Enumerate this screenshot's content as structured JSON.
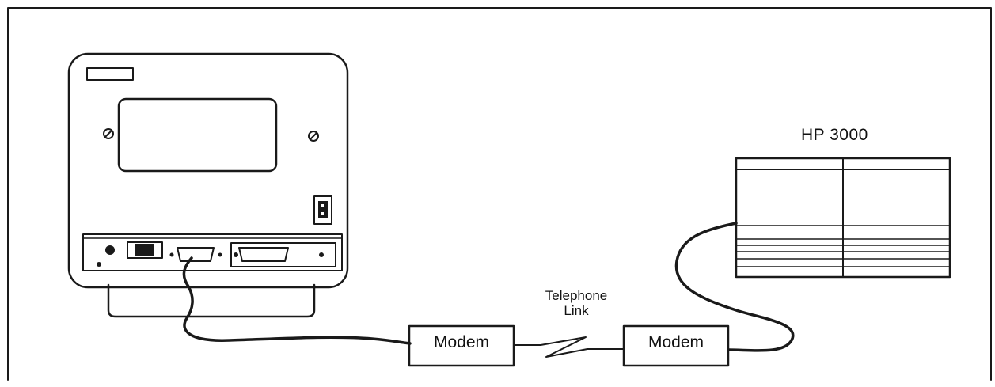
{
  "computer": {
    "name": "HP 3000"
  },
  "link": {
    "line1": "Telephone",
    "line2": "Link"
  },
  "modems": [
    {
      "label": "Modem"
    },
    {
      "label": "Modem"
    }
  ]
}
